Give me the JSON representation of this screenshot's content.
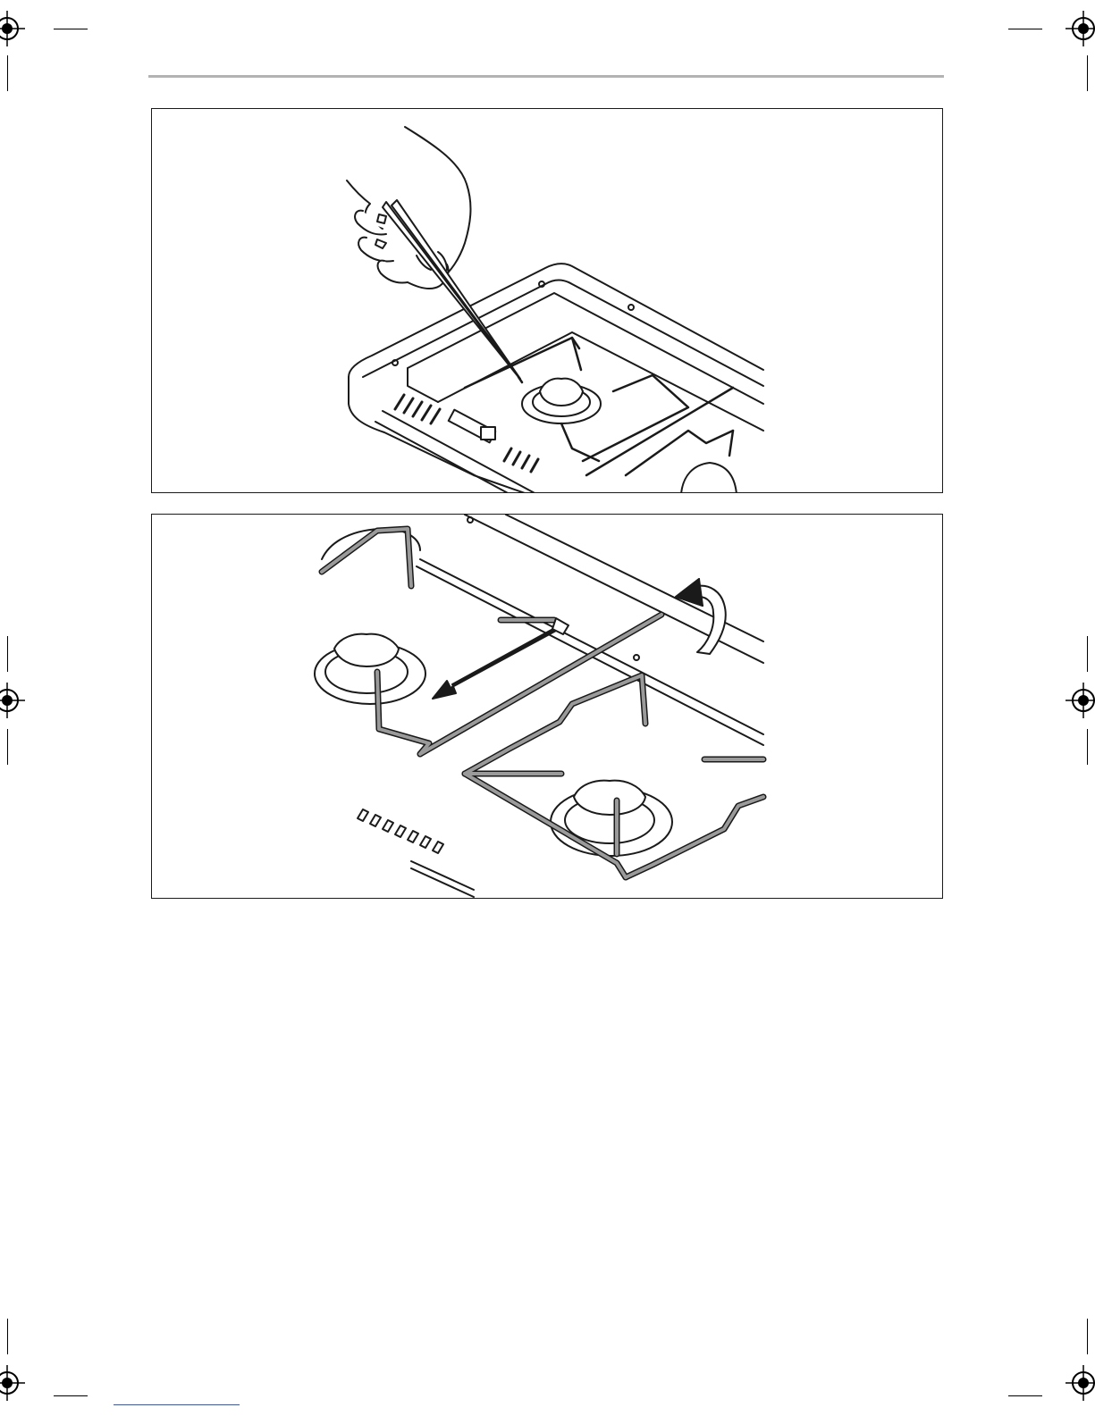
{
  "document": {
    "kind": "manual-illustration-page",
    "figures": [
      {
        "id": "fig-cleaning-burner",
        "icon": "hand-with-needle-cleaning-burner"
      },
      {
        "id": "fig-pan-support",
        "icon": "pan-support-removal-arrows"
      }
    ],
    "colors": {
      "line": "#1a1a1a",
      "header_rule": "#b3b3b3",
      "rod_fill": "#9a9a9a",
      "arrow_fill": "#1a1a1a",
      "footer_link": "#2a57c9"
    }
  }
}
